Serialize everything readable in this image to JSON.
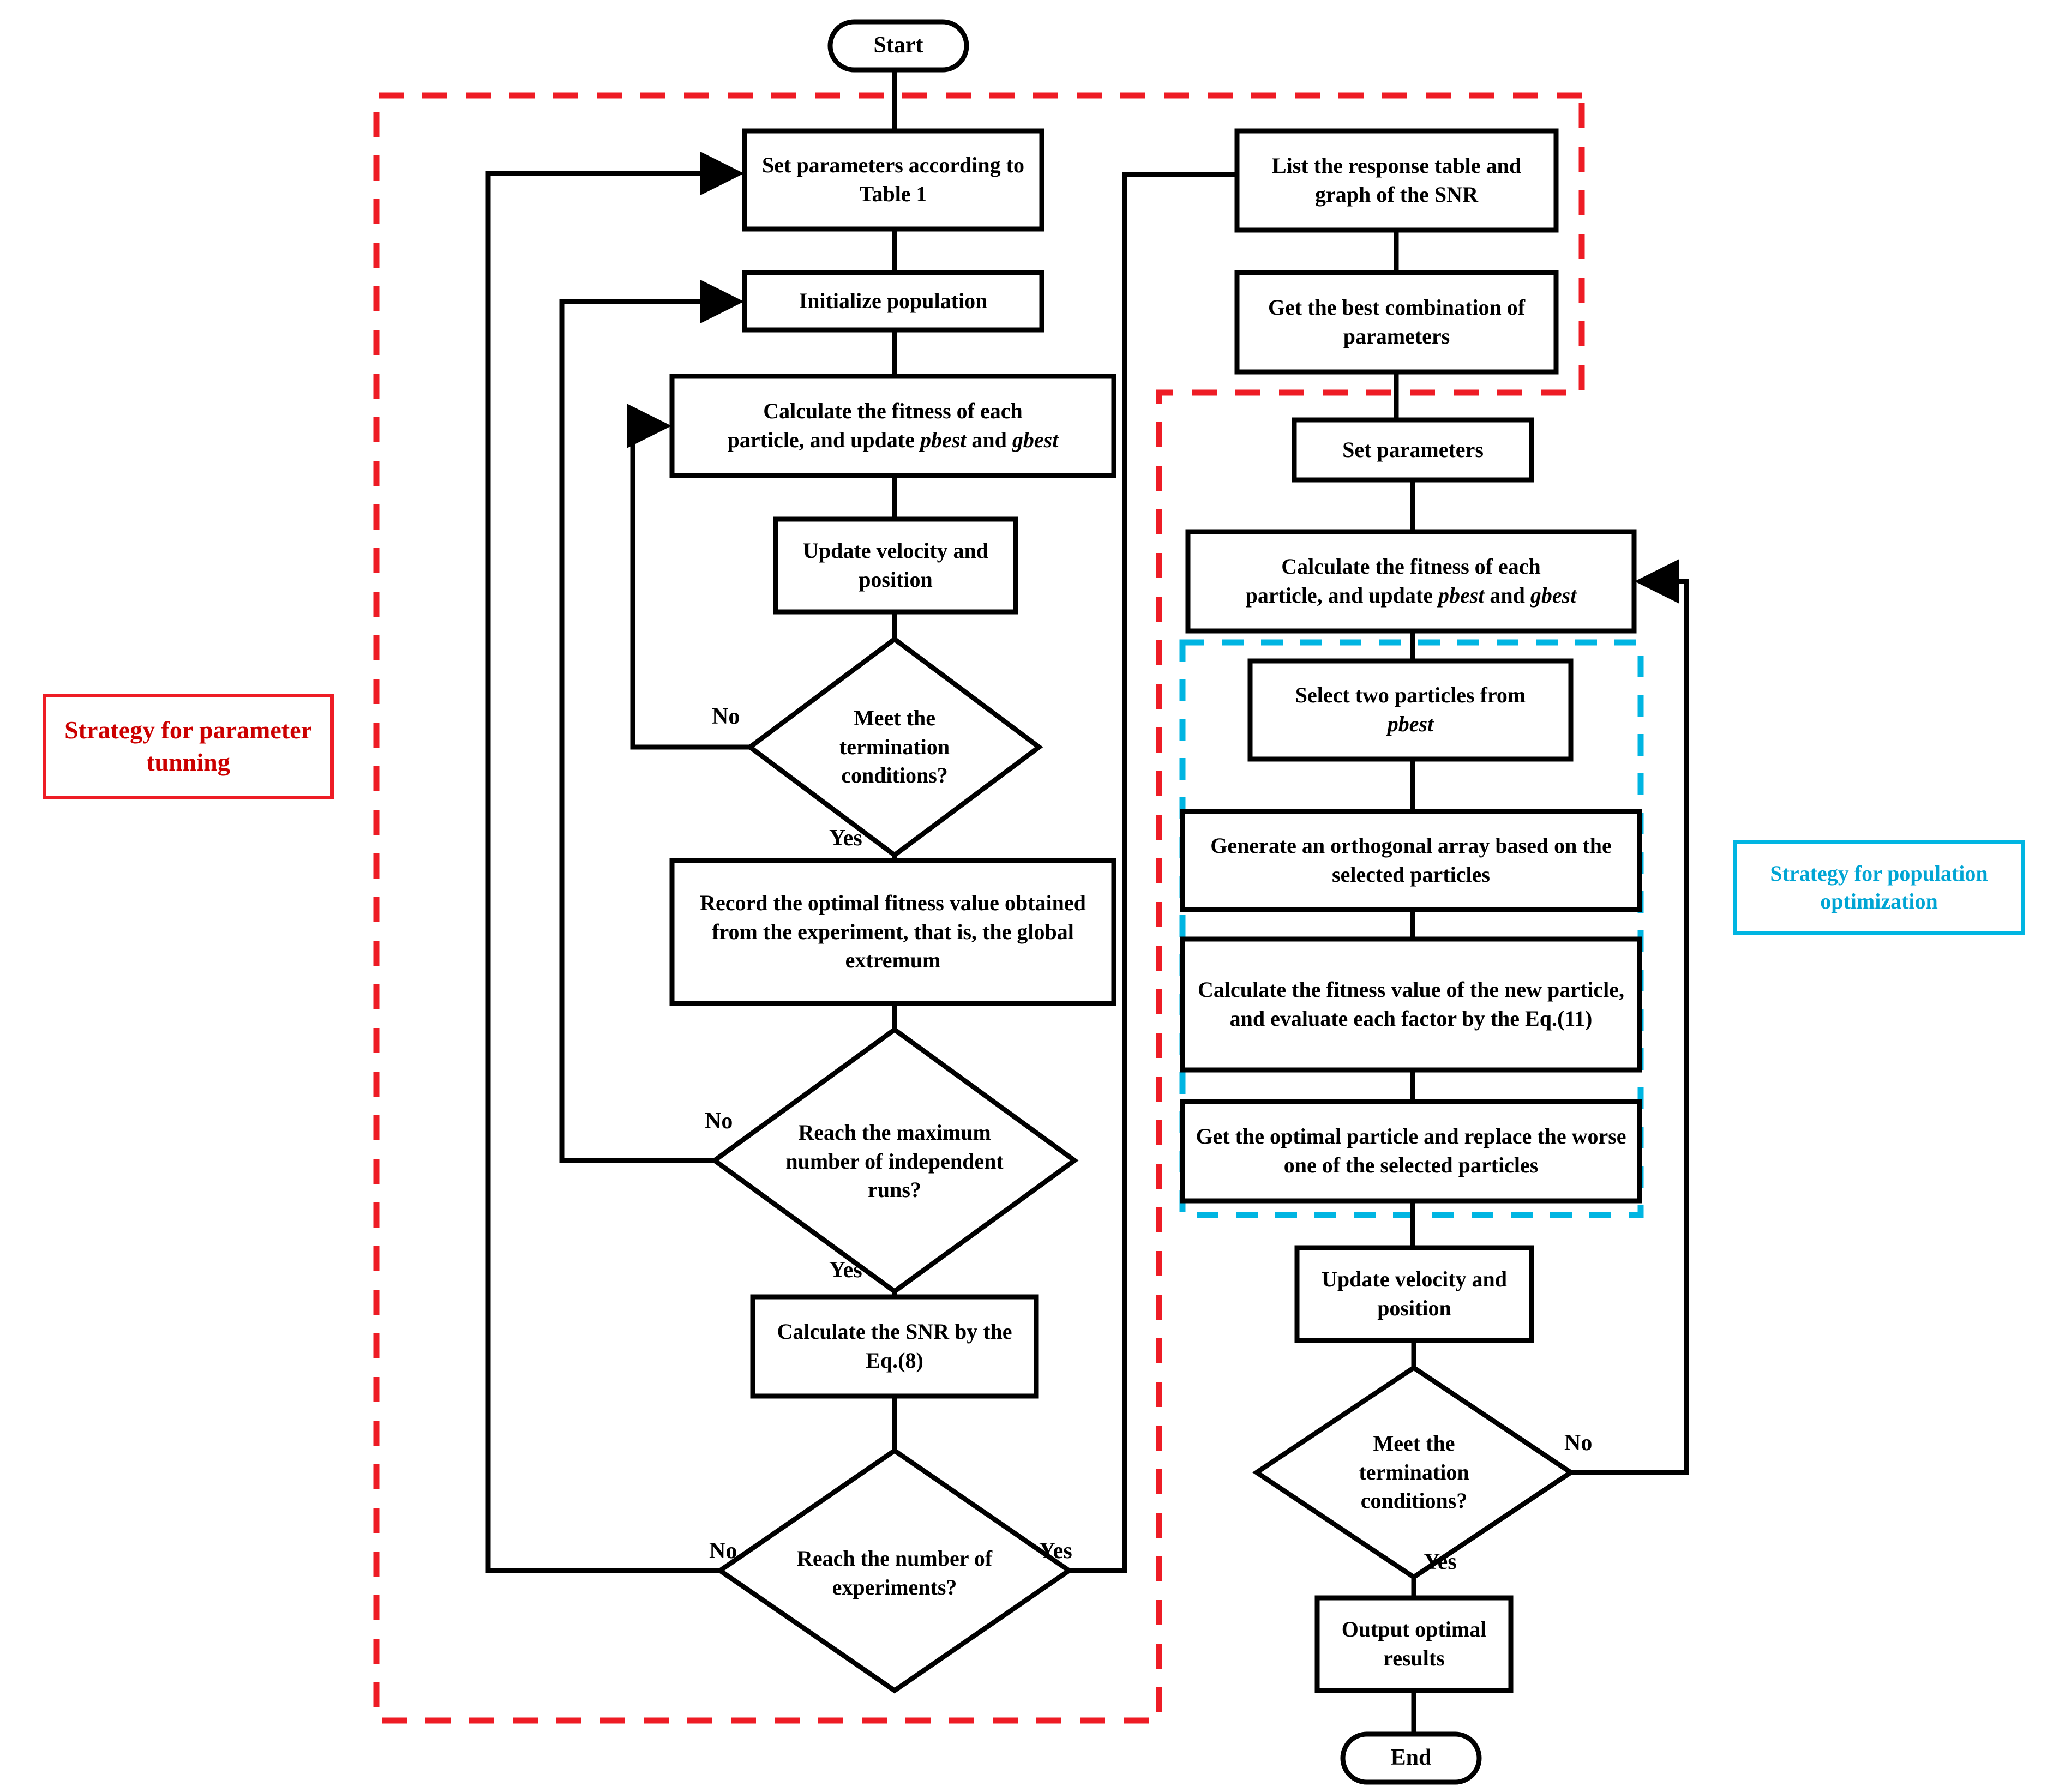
{
  "diagram": {
    "title": "PSO with Taguchi parameter tuning and orthogonal population optimization flowchart",
    "colors": {
      "stroke": "#000000",
      "background": "#ffffff",
      "red_dashed": "#ee1c25",
      "red_text": "#cc0000",
      "cyan_dashed": "#00b5e2",
      "cyan_text": "#00a5d4"
    }
  },
  "terminals": {
    "start": "Start",
    "end": "End"
  },
  "left_branch": {
    "n1": "Set parameters according to Table 1",
    "n2": "Initialize population",
    "n3_line1": "Calculate the fitness of each",
    "n3_line2_a": "particle, and update ",
    "n3_pbest": "pbest",
    "n3_and": " and ",
    "n3_gbest": "gbest",
    "n4": "Update velocity and position",
    "d1": "Meet the termination conditions?",
    "n5": "Record the optimal fitness value obtained from the experiment, that is, the global extremum",
    "d2": "Reach the maximum number of independent runs?",
    "n6": "Calculate the SNR by the Eq.(8)",
    "d3": "Reach the number of experiments?"
  },
  "right_branch": {
    "n7": "List the response table and graph of the SNR",
    "n8": "Get the best combination of parameters",
    "n9": "Set parameters",
    "n10_line1": "Calculate the fitness of each",
    "n10_line2_a": "particle, and update ",
    "n10_pbest": "pbest",
    "n10_and": " and ",
    "n10_gbest": "gbest",
    "n11_line1": "Select two particles from",
    "n11_pbest": "pbest",
    "n12": "Generate an orthogonal array based on the selected particles",
    "n13": "Calculate the fitness value of the new particle, and evaluate each factor by the Eq.(11)",
    "n14": "Get the optimal particle and replace the worse one of the selected particles",
    "n15": "Update velocity and position",
    "d4": "Meet the termination conditions?",
    "n16": "Output optimal results"
  },
  "edge_labels": {
    "d1_no": "No",
    "d1_yes": "Yes",
    "d2_no": "No",
    "d2_yes": "Yes",
    "d3_no": "No",
    "d3_yes": "Yes",
    "d4_no": "No",
    "d4_yes": "Yes"
  },
  "legends": {
    "red": "Strategy for parameter tunning",
    "cyan": "Strategy for population optimization"
  }
}
